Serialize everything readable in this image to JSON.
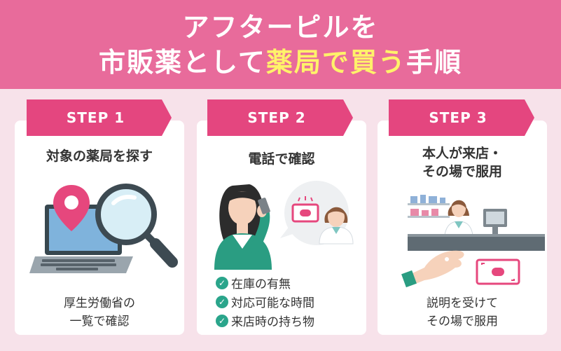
{
  "header": {
    "line1": "アフターピルを",
    "line2_plain": "市販薬として",
    "line2_highlight": "薬局で買う",
    "line2_end": "手順"
  },
  "steps": [
    {
      "tag": "STEP 1",
      "title": "対象の薬局を探す",
      "caption_line1": "厚生労働省の",
      "caption_line2": "一覧で確認"
    },
    {
      "tag": "STEP 2",
      "title": "電話で確認",
      "checklist": [
        "在庫の有無",
        "対応可能な時間",
        "来店時の持ち物"
      ]
    },
    {
      "tag": "STEP 3",
      "title_line1": "本人が来店・",
      "title_line2": "その場で服用",
      "caption_line1": "説明を受けて",
      "caption_line2": "その場で服用"
    }
  ],
  "colors": {
    "header_bg": "#e86b9b",
    "highlight_text": "#fff26a",
    "step_tag": "#e4467f",
    "page_bg": "#f7e2ea",
    "check": "#2aa58b"
  },
  "icons": [
    "map-pin-icon",
    "magnifier-icon",
    "laptop-icon",
    "phone-icon",
    "pill-pack-icon",
    "pharmacist-icon",
    "checkmark-icon",
    "hand-icon"
  ]
}
